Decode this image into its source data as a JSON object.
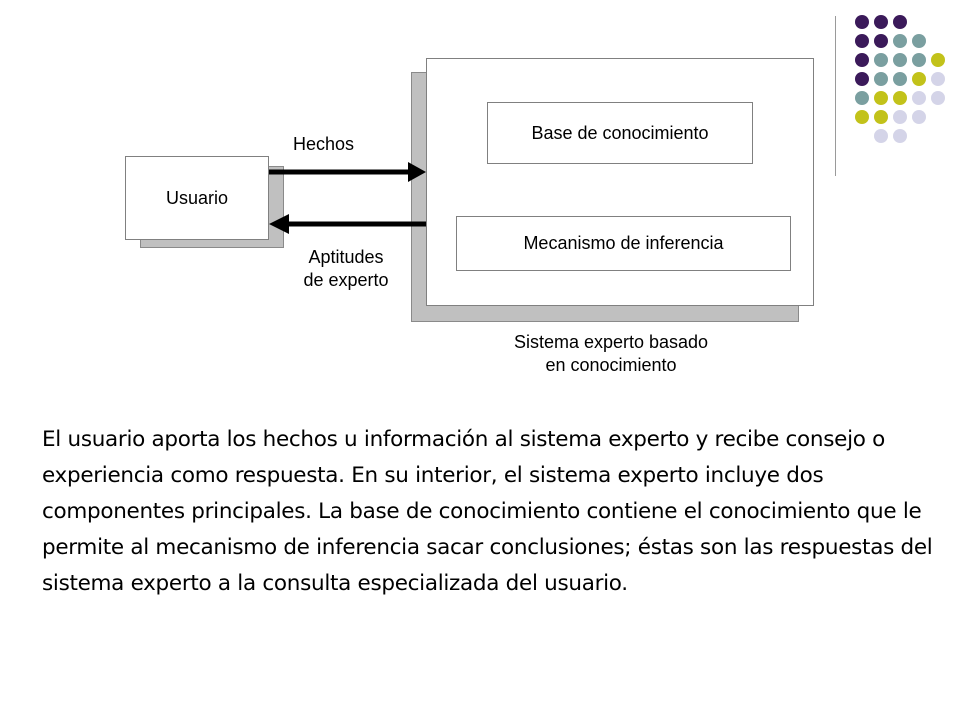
{
  "diagram": {
    "user_label": "Usuario",
    "facts_label": "Hechos",
    "expertise_label": [
      "Aptitudes",
      "de experto"
    ],
    "knowledge_base_label": "Base de conocimiento",
    "inference_engine_label": "Mecanismo de inferencia",
    "system_caption": [
      "Sistema experto basado",
      "en conocimiento"
    ]
  },
  "paragraph": "El usuario aporta los hechos u información al sistema experto y recibe consejo o experiencia como respuesta. En su interior, el sistema experto incluye dos componentes principales. La base de conocimiento contiene el conocimiento que le permite al mecanismo de inferencia sacar conclusiones; éstas son las respuestas del sistema experto a la consulta especializada del usuario.",
  "decoration": {
    "colors": {
      "purple": "#3b1a5a",
      "teal": "#7a9fa0",
      "olive": "#c2c21a",
      "lavender": "#d4d4e8"
    },
    "dot_rows": [
      [
        "purple",
        "purple",
        "purple"
      ],
      [
        "purple",
        "purple",
        "teal",
        "teal"
      ],
      [
        "purple",
        "teal",
        "teal",
        "teal",
        "olive"
      ],
      [
        "purple",
        "teal",
        "teal",
        "olive",
        "lavender"
      ],
      [
        "teal",
        "olive",
        "olive",
        "lavender",
        "lavender"
      ],
      [
        "olive",
        "olive",
        "lavender",
        "lavender"
      ],
      [
        "lavender",
        "lavender"
      ]
    ]
  }
}
